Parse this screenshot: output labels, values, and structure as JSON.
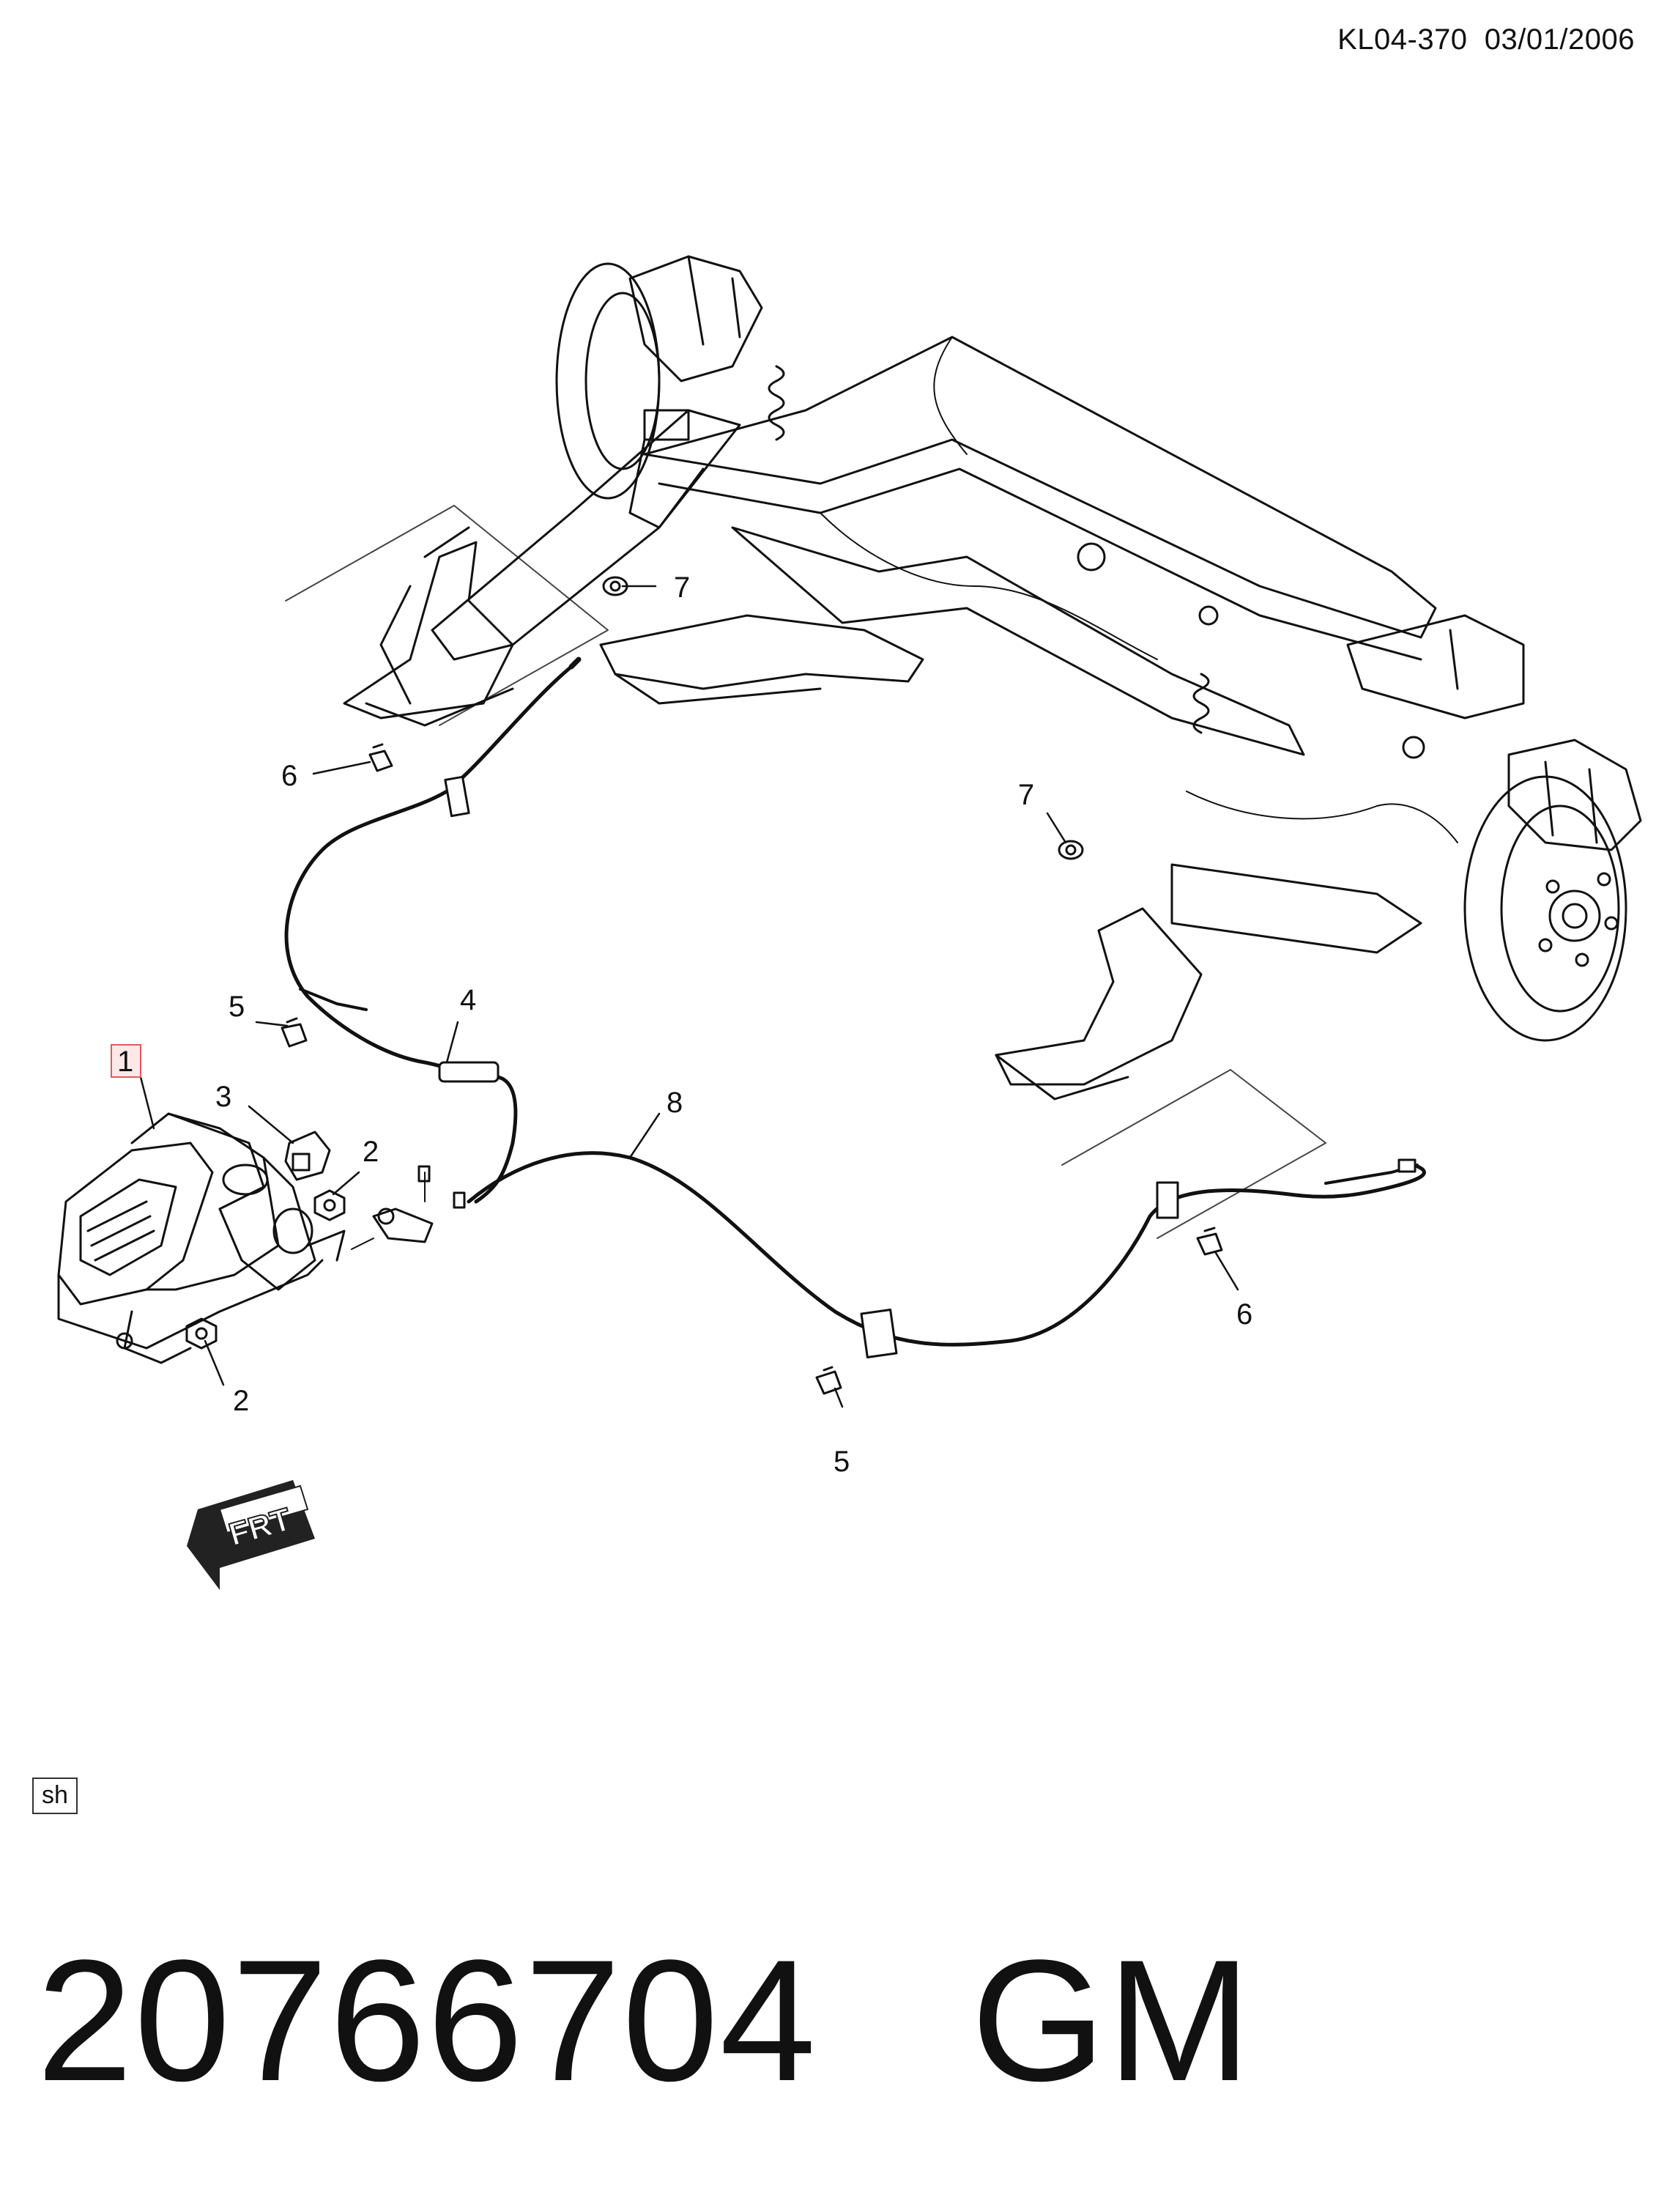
{
  "header": {
    "code": "KL04-370",
    "date": "03/01/2006"
  },
  "callouts": [
    {
      "id": "c1",
      "label": "1",
      "highlighted": true
    },
    {
      "id": "c2a",
      "label": "2"
    },
    {
      "id": "c2b",
      "label": "2"
    },
    {
      "id": "c3",
      "label": "3"
    },
    {
      "id": "c4",
      "label": "4"
    },
    {
      "id": "c5a",
      "label": "5"
    },
    {
      "id": "c5b",
      "label": "5"
    },
    {
      "id": "c6a",
      "label": "6"
    },
    {
      "id": "c6b",
      "label": "6"
    },
    {
      "id": "c7a",
      "label": "7"
    },
    {
      "id": "c7b",
      "label": "7"
    },
    {
      "id": "c8",
      "label": "8"
    }
  ],
  "direction_marker": {
    "label": "FRT"
  },
  "sh_label": "sh",
  "footer": {
    "part_number": "20766704",
    "manufacturer": "GM"
  },
  "colors": {
    "line": "#111111",
    "highlight": "#e05a5a",
    "highlight_fill": "#fde8e8"
  }
}
